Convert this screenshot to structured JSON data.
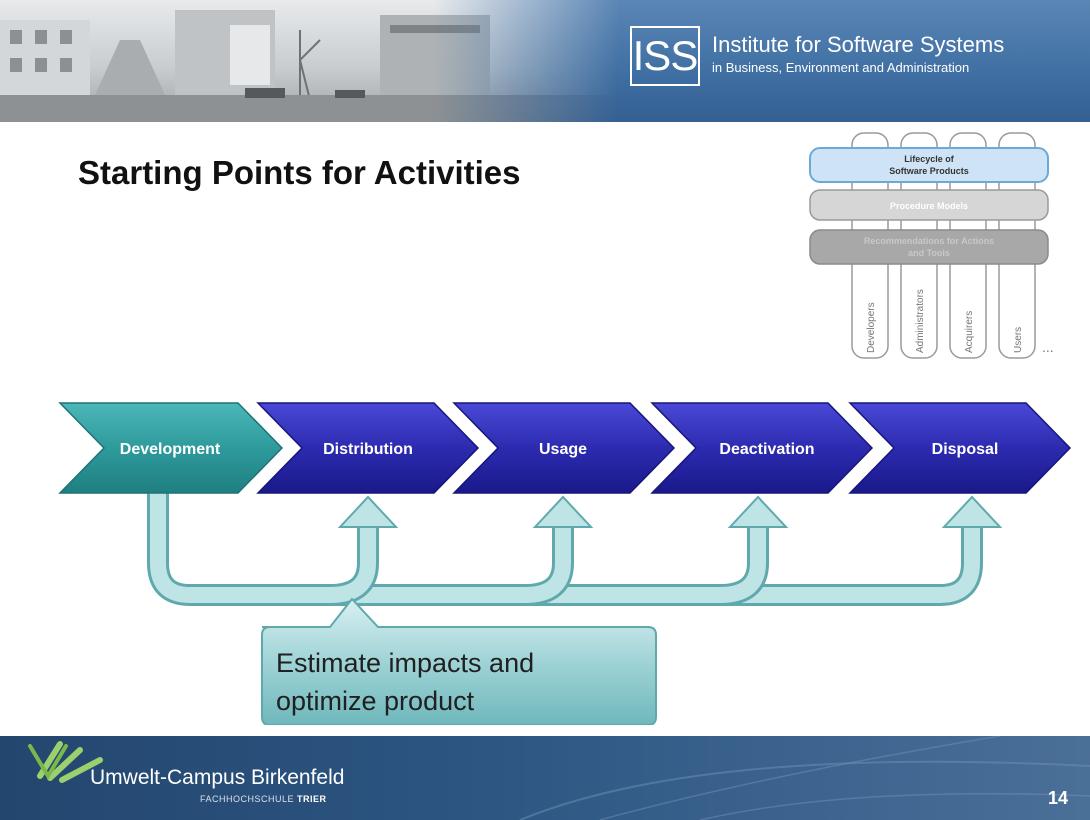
{
  "header": {
    "logo_text": "ISS",
    "institute_title": "Institute for Software Systems",
    "institute_subtitle": "in Business, Environment and Administration"
  },
  "slide": {
    "title": "Starting Points for Activities"
  },
  "overview_diagram": {
    "rows": [
      "Lifecycle of\nSoftware Products",
      "Procedure Models",
      "Recommendations for Actions\nand Tools"
    ],
    "row1_line1": "Lifecycle of",
    "row1_line2": "Software Products",
    "row2": "Procedure Models",
    "row3_line1": "Recommendations for Actions",
    "row3_line2": "and Tools",
    "columns": [
      "Developers",
      "Administrators",
      "Acquirers",
      "Users"
    ],
    "more": "..."
  },
  "process": {
    "stages": [
      "Development",
      "Distribution",
      "Usage",
      "Deactivation",
      "Disposal"
    ],
    "stage_colors": [
      "#2e9a9c",
      "#2c2bb0",
      "#2c2bb0",
      "#2c2bb0",
      "#2c2bb0"
    ]
  },
  "callout": {
    "line1": "Estimate impacts and",
    "line2": "optimize product"
  },
  "footer": {
    "campus": "Umwelt-Campus Birkenfeld",
    "fh_prefix": "FACHHOCHSCHULE ",
    "fh_bold": "TRIER",
    "page_number": "14"
  }
}
